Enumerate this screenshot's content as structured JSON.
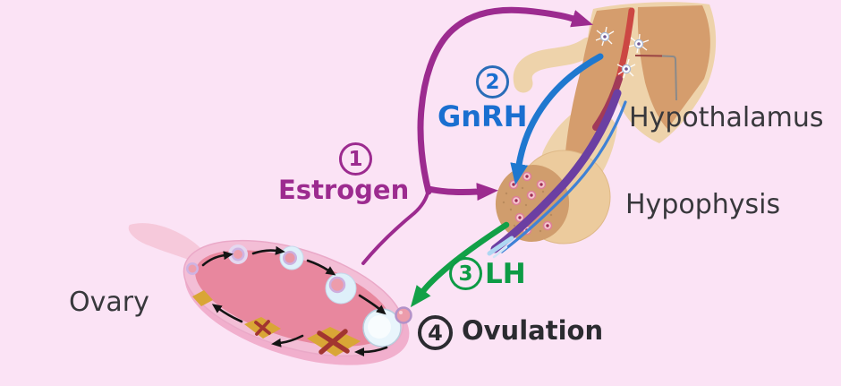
{
  "diagram": {
    "steps": [
      {
        "number": "1",
        "label": "Estrogen",
        "color": "#9c2b8f"
      },
      {
        "number": "2",
        "label": "GnRH",
        "color": "#1a6fd0"
      },
      {
        "number": "3",
        "label": "LH",
        "color": "#0d9b45"
      },
      {
        "number": "4",
        "label": "Ovulation",
        "color": "#2b2b30"
      }
    ],
    "organs": [
      {
        "label": "Hypothalamus"
      },
      {
        "label": "Hypophysis"
      },
      {
        "label": "Ovary"
      }
    ],
    "colors": {
      "background": "#fbe3f5",
      "estrogen_arrow": "#9c2b8f",
      "gnrh_arrow": "#1f78cf",
      "lh_arrow": "#12a047",
      "cycle_arrows": "#141414",
      "brain_tissue_light": "#eed3ab",
      "brain_tissue_dark": "#d59d6d",
      "red_vessel": "#cc4743",
      "stalk_purple": "#6b3fa2",
      "ovary_outer": "#f3bed6",
      "ovary_inner": "#e8879e",
      "corpus_luteum": "#d9a636",
      "follicle_halo": "#def0fa"
    }
  }
}
